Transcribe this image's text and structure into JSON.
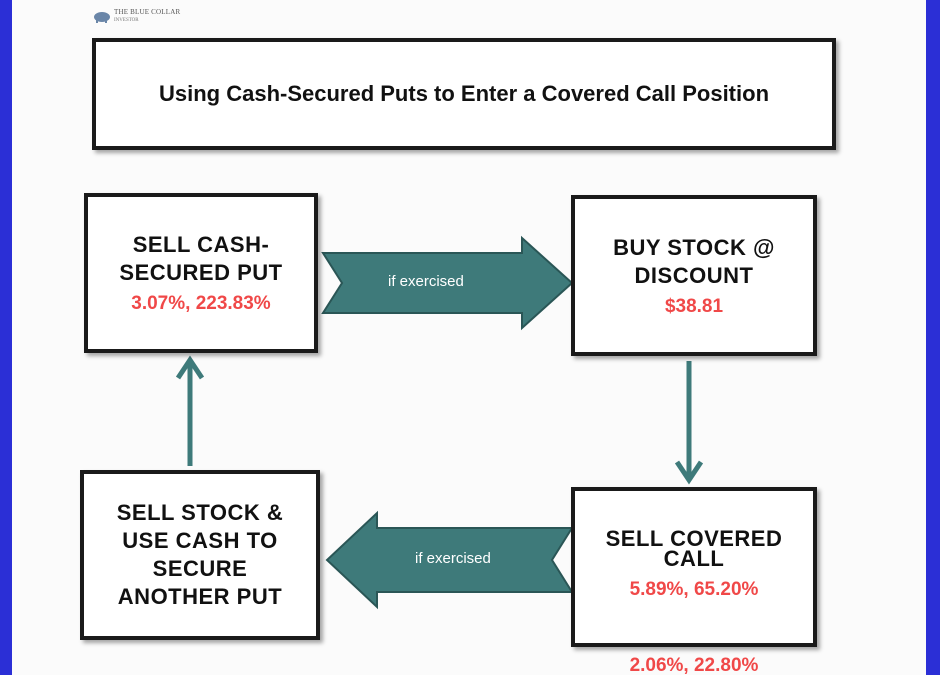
{
  "colors": {
    "frame": "#2b2fd6",
    "arrow_fill": "#3e7a7a",
    "value_red": "#f04848",
    "border": "#1a1a1a"
  },
  "logo": {
    "line1": "THE BLUE COLLAR",
    "line2": "INVESTOR",
    "icon": "piggy-bank-icon"
  },
  "title": "Using Cash-Secured Puts to Enter a Covered Call Position",
  "nodes": {
    "sell_put": {
      "line1": "SELL CASH-",
      "line2": "SECURED PUT",
      "value": "3.07%, 223.83%"
    },
    "buy_stock": {
      "line1": "BUY STOCK @",
      "line2": "DISCOUNT",
      "value": "$38.81"
    },
    "sell_call": {
      "line1": "SELL COVERED",
      "line2": "CALL",
      "value": "5.89%, 65.20%",
      "value2": "2.06%, 22.80%"
    },
    "sell_stock": {
      "line1": "SELL STOCK &",
      "line2": "USE CASH TO",
      "line3": "SECURE",
      "line4": "ANOTHER PUT"
    }
  },
  "arrows": {
    "top_label": "if exercised",
    "bottom_label": "if exercised"
  }
}
